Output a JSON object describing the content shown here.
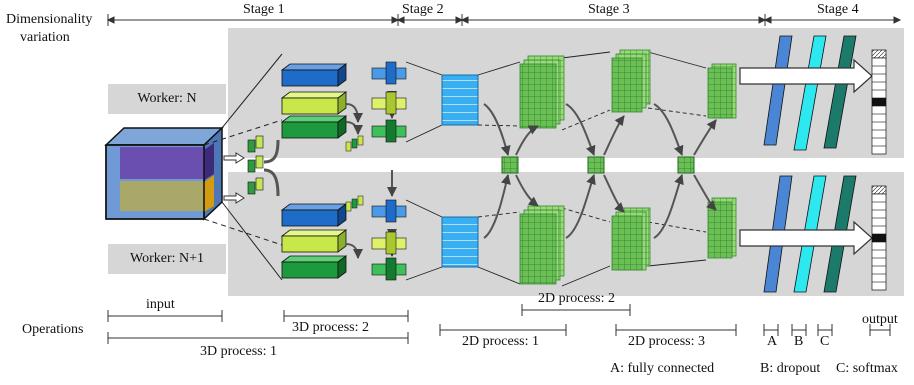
{
  "axis_label": {
    "dimensionality_line1": "Dimensionality",
    "dimensionality_line2": "variation",
    "operations": "Operations"
  },
  "stages": {
    "s1": "Stage 1",
    "s2": "Stage 2",
    "s3": "Stage 3",
    "s4": "Stage 4"
  },
  "workers": {
    "top": "Worker: N",
    "bottom": "Worker: N+1"
  },
  "operations": {
    "input": "input",
    "process3d_2": "3D process: 2",
    "process3d_1": "3D process: 1",
    "process2d_2": "2D process: 2",
    "process2d_1": "2D process: 1",
    "process2d_3": "2D process: 3",
    "a": "A",
    "b": "B",
    "c": "C",
    "output": "output"
  },
  "legend": {
    "a": "A: fully connected",
    "b": "B: dropout",
    "c": "C: softmax"
  },
  "colors": {
    "band": "#d6d6d6",
    "input_blue": "#2a4a8a",
    "input_purple": "#6a4fb0",
    "input_olive": "#aaa868",
    "blue": "#1f6cc8",
    "lime": "#c8e84a",
    "green": "#1e9a3e",
    "light_blue": "#2aa8e8",
    "cyan": "#2ee8f0",
    "teal": "#1c7a6a",
    "grid_green": "#8cd46a"
  }
}
